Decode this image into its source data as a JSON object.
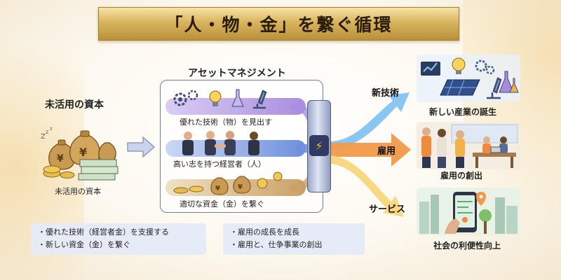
{
  "title": "「人・物・金」を繋ぐ循環",
  "idle_capital": {
    "title": "未活用の資本",
    "caption": "未活用の資本"
  },
  "asset_management": {
    "title": "アセットマネジメント",
    "rows": [
      {
        "label": "優れた技術（物）を見出す",
        "color": "#b9a2e6"
      },
      {
        "label": "高い志を持つ経営者（人）",
        "color": "#7fa0e0"
      },
      {
        "label": "適切な資金（金）を繋ぐ",
        "color": "#d8b57a"
      }
    ],
    "hub_icon": "lightning-icon"
  },
  "outputs": [
    {
      "arrow_label": "新技術",
      "caption": "新しい産業の誕生",
      "color": "#6fb6e8"
    },
    {
      "arrow_label": "雇用",
      "caption": "雇用の創出",
      "color": "#f2994a"
    },
    {
      "arrow_label": "サービス",
      "caption": "社会の利便性向上",
      "color": "#f6d77a"
    }
  ],
  "info_left": [
    "・優れた技術（経営者金）を支援する",
    "・新しい資金（金）を繋ぐ"
  ],
  "info_right": [
    "・雇用の成長を成長",
    "・雇用と、仕争事業の創出"
  ]
}
